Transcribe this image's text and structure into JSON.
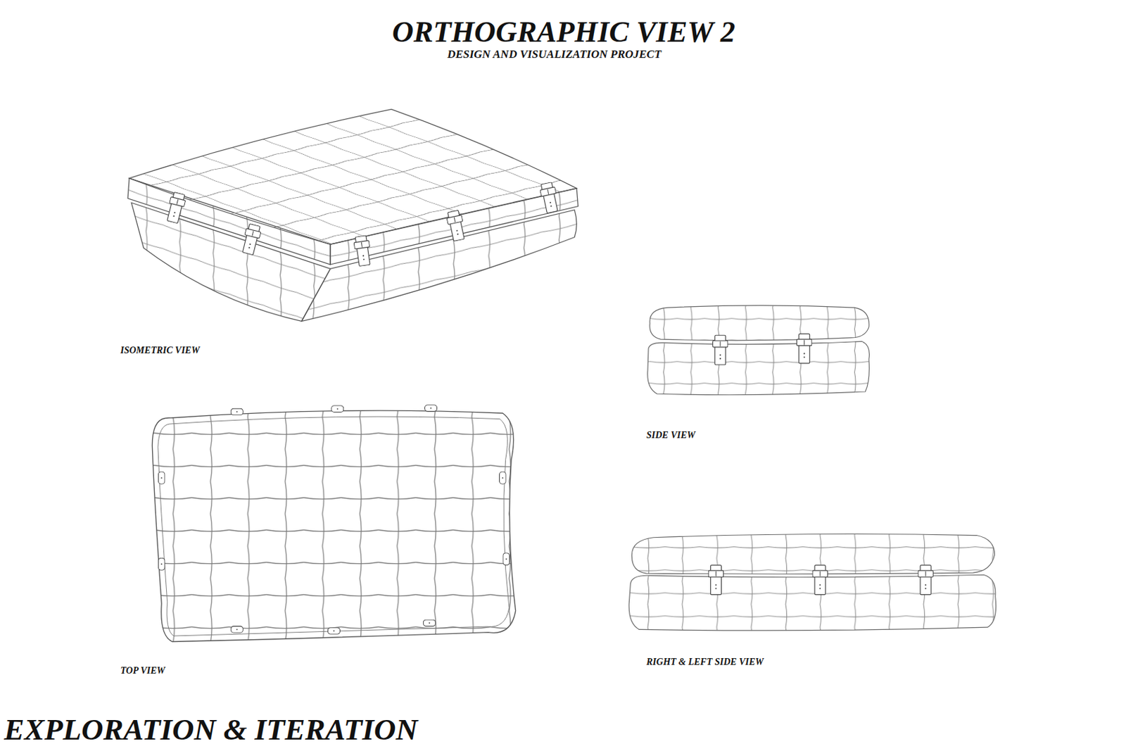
{
  "diagram": {
    "title": "ORTHOGRAPHIC VIEW 2",
    "labels": [
      "DESIGN AND VISUALIZATION PROJECT",
      "ISOMETRIC VIEW",
      "SIDE VIEW",
      "TOP VIEW",
      "RIGHT & LEFT SIDE VIEW",
      "EXPLORATION & ITERATION"
    ]
  }
}
